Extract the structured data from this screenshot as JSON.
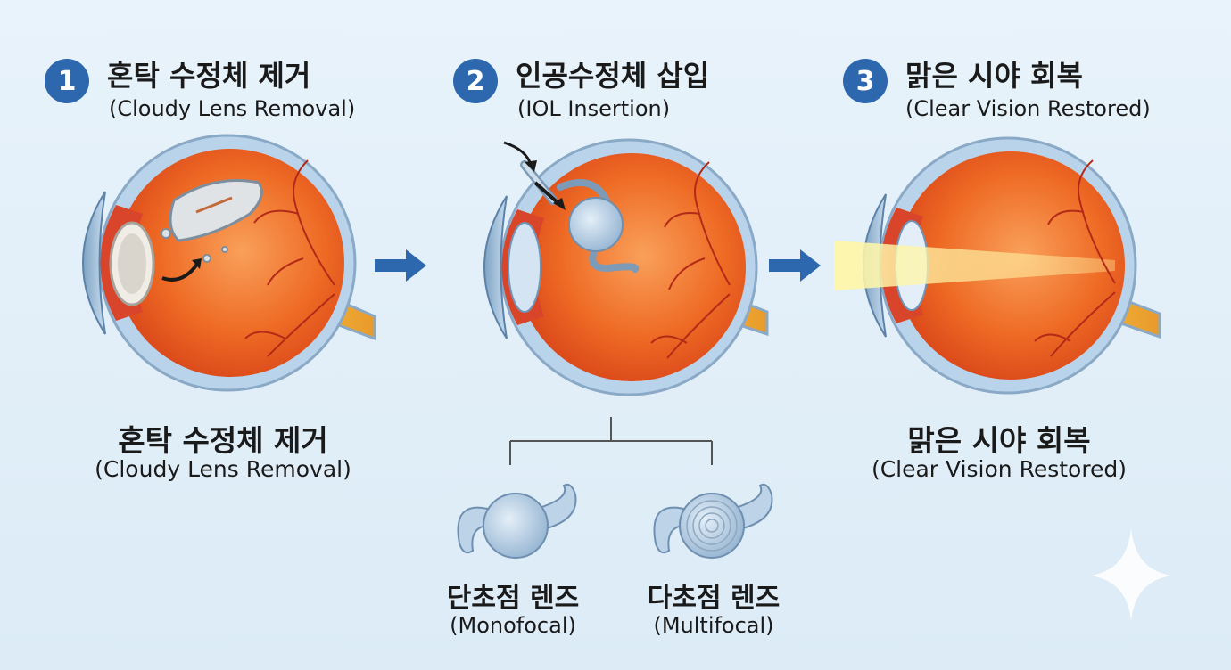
{
  "steps": [
    {
      "number": "1",
      "title": "혼탁 수정체 제거",
      "subtitle": "(Cloudy Lens Removal)"
    },
    {
      "number": "2",
      "title": "인공수정체 삽입",
      "subtitle": "(IOL Insertion)"
    },
    {
      "number": "3",
      "title": "맑은 시야 회복",
      "subtitle": "(Clear Vision Restored)"
    }
  ],
  "bottom_labels": {
    "left": {
      "title": "혼탁 수정체 제거",
      "subtitle": "(Cloudy Lens Removal)"
    },
    "right": {
      "title": "맑은 시야 회복",
      "subtitle": "(Clear Vision Restored)"
    }
  },
  "lens_types": [
    {
      "title": "단초점 렌즈",
      "subtitle": "(Monofocal)"
    },
    {
      "title": "다초점 렌즈",
      "subtitle": "(Multifocal)"
    }
  ],
  "colors": {
    "badge": "#2d67ad",
    "arrow": "#2d67ad",
    "eye_orange": "#e8541e",
    "sclera_blue": "#a9c8e2",
    "light_beam": "#fff7b0"
  }
}
